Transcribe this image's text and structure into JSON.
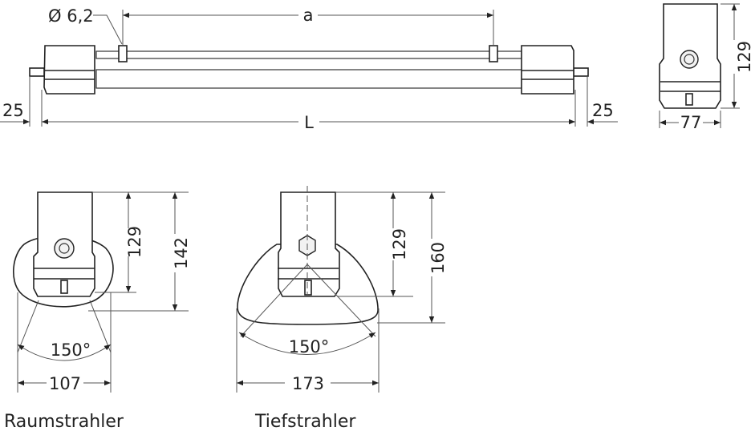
{
  "top_view": {
    "diameter_label": "Ø 6,2",
    "dim_a": "a",
    "dim_L": "L",
    "dim_left_overhang": "25",
    "dim_right_overhang": "25"
  },
  "end_view": {
    "height": "129",
    "width": "77"
  },
  "raumstrahler": {
    "title": "Raumstrahler",
    "height_body": "129",
    "height_total": "142",
    "beam_angle": "150°",
    "width": "107"
  },
  "tiefstrahler": {
    "title": "Tiefstrahler",
    "height_body": "129",
    "height_total": "160",
    "beam_angle": "150°",
    "width": "173"
  }
}
